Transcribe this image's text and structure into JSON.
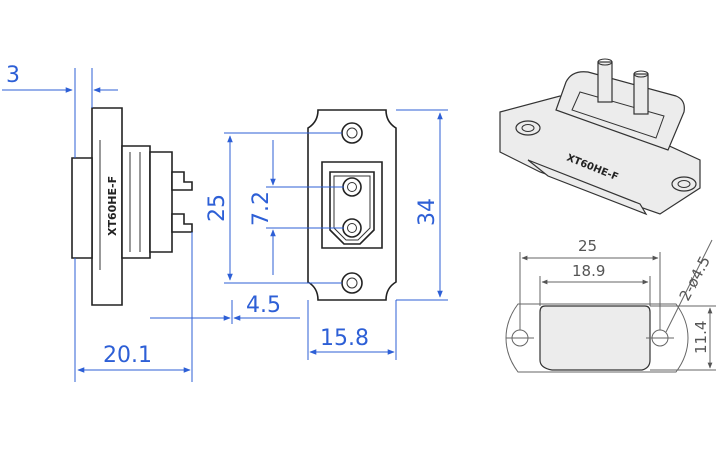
{
  "side_view": {
    "dim_thickness": "3",
    "dim_length": "20.1",
    "part_mark": "XT60HE-F"
  },
  "front_view": {
    "dim_hole_pitch": "25",
    "dim_pin_pitch": "7.2",
    "dim_height": "34",
    "dim_offset": "4.5",
    "dim_width": "15.8"
  },
  "iso_view": {
    "part_mark": "XT60HE-F"
  },
  "panel_cutout": {
    "dim_hole_pitch": "25",
    "dim_opening_width": "18.9",
    "dim_holes": "2-ø4.5",
    "dim_opening_height": "11.4"
  },
  "colors": {
    "dimension": "#2d5fd6",
    "outline": "#222222",
    "cutout_dimension": "#555555"
  }
}
